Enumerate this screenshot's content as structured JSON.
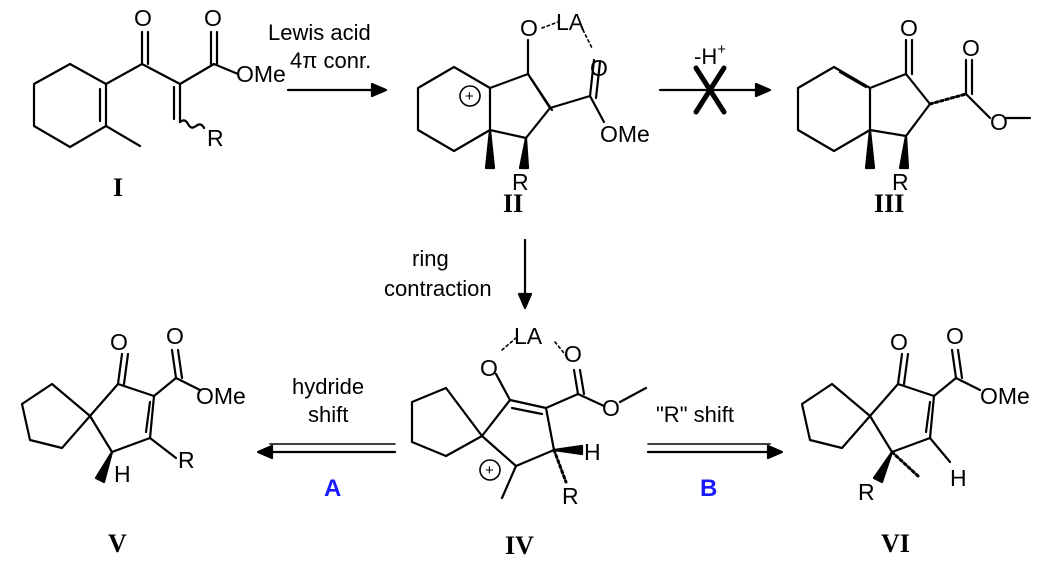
{
  "colors": {
    "ink": "#000000",
    "path_label": "#1a1aff"
  },
  "compounds": {
    "I": {
      "number": "I",
      "atoms": {
        "o_ketone": "O",
        "o_carbonyl": "O",
        "ome": "OMe",
        "r": "R"
      }
    },
    "II": {
      "number": "II",
      "atoms": {
        "o_enol": "O",
        "la": "LA",
        "o_ester": "O",
        "ome": "OMe",
        "r": "R",
        "plus": "+"
      }
    },
    "III": {
      "number": "III",
      "atoms": {
        "o_ketone": "O",
        "o_carbonyl": "O",
        "o_ether": "O",
        "r": "R"
      }
    },
    "IV": {
      "number": "IV",
      "atoms": {
        "o_enol": "O",
        "la": "LA",
        "o_ester": "O",
        "o_ether": "O",
        "h": "H",
        "r": "R",
        "plus": "+"
      }
    },
    "V": {
      "number": "V",
      "atoms": {
        "o_ketone": "O",
        "o_carbonyl": "O",
        "ome": "OMe",
        "h": "H",
        "r": "R"
      }
    },
    "VI": {
      "number": "VI",
      "atoms": {
        "o_ketone": "O",
        "o_carbonyl": "O",
        "ome": "OMe",
        "h": "H",
        "r": "R"
      }
    }
  },
  "arrows": {
    "step1": {
      "line1": "Lewis acid",
      "line2": "4π conr."
    },
    "step2": {
      "label": "-H",
      "superscript": "+"
    },
    "step3": {
      "line1": "ring",
      "line2": "contraction"
    },
    "path_a": {
      "line1": "hydride",
      "line2": "shift",
      "path": "A"
    },
    "path_b": {
      "label": "\"R\" shift",
      "path": "B"
    }
  }
}
